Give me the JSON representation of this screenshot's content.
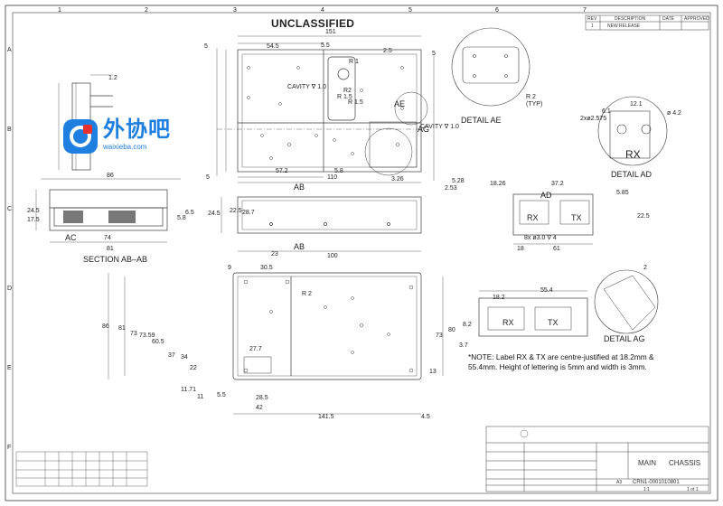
{
  "header": {
    "classification": "UNCLASSIFIED",
    "col_markers": [
      "1",
      "2",
      "3",
      "4",
      "5",
      "6",
      "7"
    ],
    "row_markers": [
      "A",
      "B",
      "C",
      "D",
      "E",
      "F"
    ]
  },
  "revision_table": {
    "headers": [
      "REV",
      "DESCRIPTION",
      "DATE",
      "APPROVED"
    ],
    "row": [
      "1",
      "NEW RELEASE",
      "",
      ""
    ]
  },
  "views": {
    "top": {
      "dimensions": [
        "151",
        "5.5",
        "54.5",
        "2.5",
        "5",
        "5",
        "57.2",
        "5.8",
        "110",
        "3.26",
        "5.28",
        "2.53",
        "5",
        "R 1",
        "R2",
        "R 1.5",
        "R 1.5"
      ],
      "cavity_label_1": "CAVITY ∇ 1.0",
      "cavity_label_2": "CAVITY ∇ 1.0",
      "detail_ref_ae": "AE",
      "detail_ref_ag": "AG",
      "detail_ref_ab_top": "AB",
      "detail_ref_ab_bottom": "AB"
    },
    "left_side": {
      "dim_top": "1.2"
    },
    "detail_ae": {
      "title": "DETAIL AE",
      "radius": "R 2",
      "radius_note": "(TYP)"
    },
    "detail_ad": {
      "title": "DETAIL AD",
      "hole_label": "2xø2.575",
      "dims": [
        "12.1",
        "6.1",
        "ø 4.2"
      ],
      "marking": "RX"
    },
    "section_ab": {
      "title": "SECTION AB–AB",
      "dims": [
        "86",
        "24.5",
        "17.5",
        "5.8",
        "74",
        "81"
      ],
      "ref": "AC"
    },
    "side": {
      "dims": [
        "24.5",
        "22.5",
        "6.5",
        "28.7",
        "23",
        "100"
      ]
    },
    "end_view": {
      "dims": [
        "18.26",
        "37.2",
        "5.85",
        "22.5",
        "18",
        "61",
        "8x ø3.0 ∇ 4"
      ],
      "labels": [
        "AD",
        "RX",
        "TX"
      ]
    },
    "bottom": {
      "dims": [
        "9",
        "30.5",
        "R 2",
        "86",
        "81",
        "73",
        "73.59",
        "60.5",
        "37",
        "34",
        "22",
        "27.7",
        "11.71",
        "11",
        "5.5",
        "28.5",
        "42",
        "141.5",
        "4.5",
        "80",
        "73",
        "13"
      ]
    },
    "end_view_2": {
      "dims": [
        "18.2",
        "55.4",
        "8.2",
        "3.7"
      ],
      "labels": [
        "RX",
        "TX"
      ]
    },
    "detail_ag": {
      "title": "DETAIL AG",
      "dim": "2"
    }
  },
  "note": "*NOTE: Label RX & TX are centre-justified at 18.2mm & 55.4mm. Height of lettering is 5mm and width is 3mm.",
  "title_block": {
    "part_name": "MAIN",
    "part_name_2": "CHASSIS",
    "drawing_number": "CRN1-0001010801",
    "scale": "1:1",
    "sheet": "1 of 1",
    "size": "A3"
  },
  "watermark": {
    "text": "外协吧",
    "url": "waixieba.com"
  },
  "colors": {
    "line": "#3a3a3a",
    "watermark": "#1e7fe0"
  }
}
